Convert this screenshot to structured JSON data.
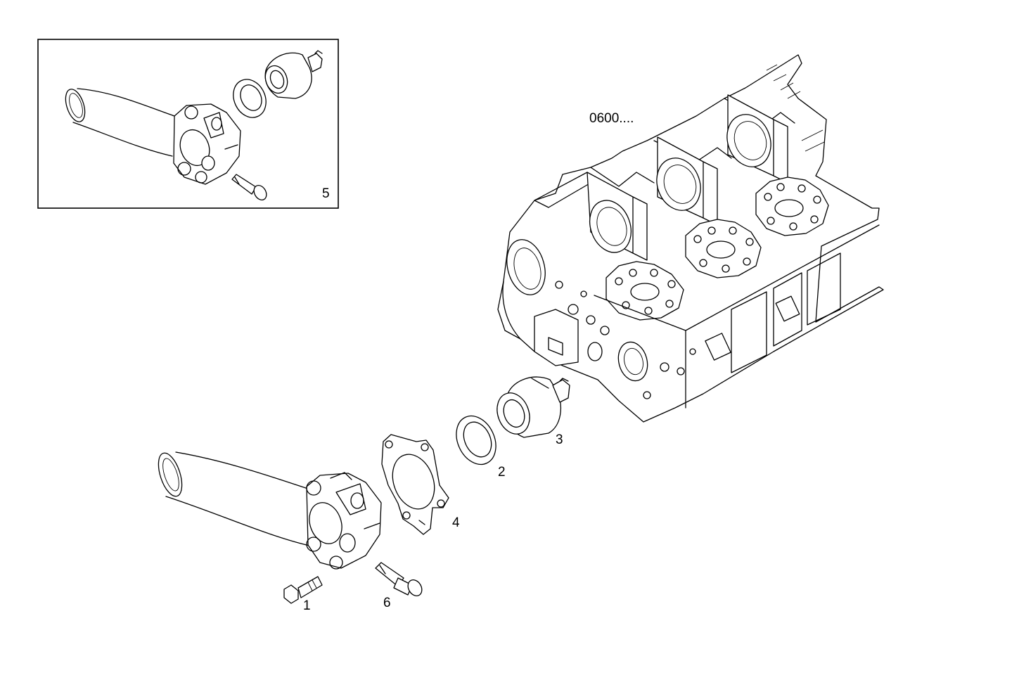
{
  "diagram": {
    "reference_label": "0600....",
    "inset_label": "5",
    "callouts": {
      "bolt": "1",
      "seal_ring": "2",
      "thermostat": "3",
      "gasket": "4",
      "fitting": "6"
    }
  }
}
